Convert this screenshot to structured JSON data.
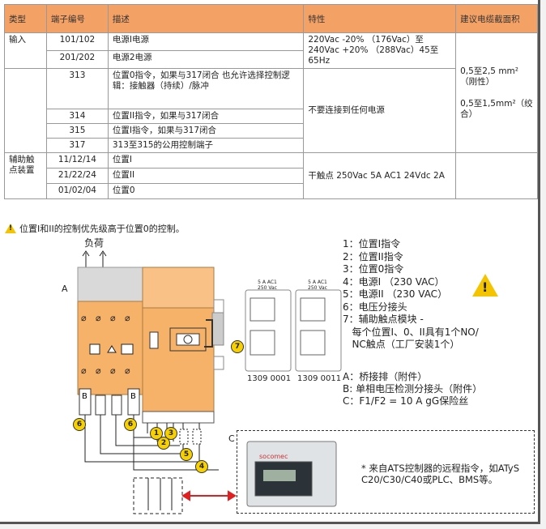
{
  "table": {
    "headers": [
      "类型",
      "端子编号",
      "描述",
      "特性",
      "建议电缆截面积"
    ],
    "rows": [
      {
        "type": "输入",
        "terminal": "101/102",
        "desc": "电源I电源"
      },
      {
        "terminal": "201/202",
        "desc": "电源2电源"
      },
      {
        "terminal": "313",
        "desc": "位置0指令，如果与317闭合 也允许选择控制逻辑：接触器（持续）/脉冲"
      },
      {
        "terminal": "314",
        "desc": "位置II指令，如果与317闭合"
      },
      {
        "terminal": "315",
        "desc": "位置I指令，如果与317闭合"
      },
      {
        "terminal": "317",
        "desc": "313至315的公用控制端子"
      },
      {
        "type": "辅助触点装置",
        "terminal": "11/12/14",
        "desc": "位置I"
      },
      {
        "terminal": "21/22/24",
        "desc": "位置II"
      },
      {
        "terminal": "01/02/04",
        "desc": "位置0"
      }
    ],
    "char_power": "220Vac -20% （176Vac）至 240Vac +20% （288Vac）45至65Hz",
    "char_control": "不要连接到任何电源",
    "char_aux": "干触点 250Vac 5A AC1 24Vdc 2A",
    "cable1": "0,5至2,5 mm²（刚性）",
    "cable2": "0,5至1,5mm²（绞合）"
  },
  "note": "位置I和II的控制优先级高于位置0的控制。",
  "load_label": "负荷",
  "labels": {
    "a": "A",
    "c": "C",
    "b": "B"
  },
  "legend": "1：位置I指令\n2：位置II指令\n3：位置0指令\n4：电源I （230 VAC）\n5：电源II （230 VAC）\n6：电压分接头\n7：辅助触点模块 -\n   每个位置I、0、II具有1个NO/\n   NC触点（工厂安装1个）",
  "legend2": [
    "A：桥接排（附件）",
    "B: 单相电压检测分接头（附件）",
    "C：F1/F2 = 10 A gG保险丝"
  ],
  "modules": [
    {
      "rating": "5 A AC1\n250 Vac",
      "code": "1309 0001"
    },
    {
      "rating": "5 A AC1\n250 Vac",
      "code": "1309 0011"
    }
  ],
  "remote": "* 来自ATS控制器的远程指令，如ATyS C20/C30/C40或PLC、BMS等。",
  "controller_brand": "socomec",
  "colors": {
    "header": "#f4a166",
    "switch": "#f7b26a",
    "badge": "#f7d000"
  }
}
